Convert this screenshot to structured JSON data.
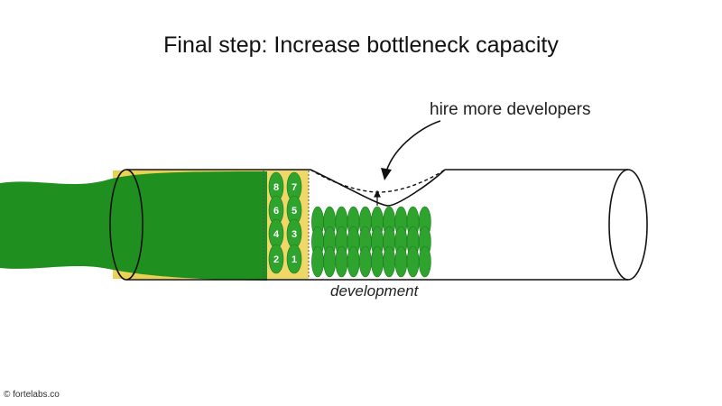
{
  "title": "Final step: Increase bottleneck capacity",
  "annotation": "hire more developers",
  "stage_label": "development",
  "credit": "© fortelabs.co",
  "queue_numbers": [
    "8",
    "7",
    "6",
    "5",
    "4",
    "3",
    "2",
    "1"
  ],
  "developer_columns": 10,
  "developer_rows": 3,
  "colors": {
    "flow_green": "#1f8f1f",
    "pill_green": "#2ea32e",
    "queue_yellow": "#f3e48c",
    "queue_dark_yellow": "#e2c43a",
    "outline": "#111111"
  }
}
